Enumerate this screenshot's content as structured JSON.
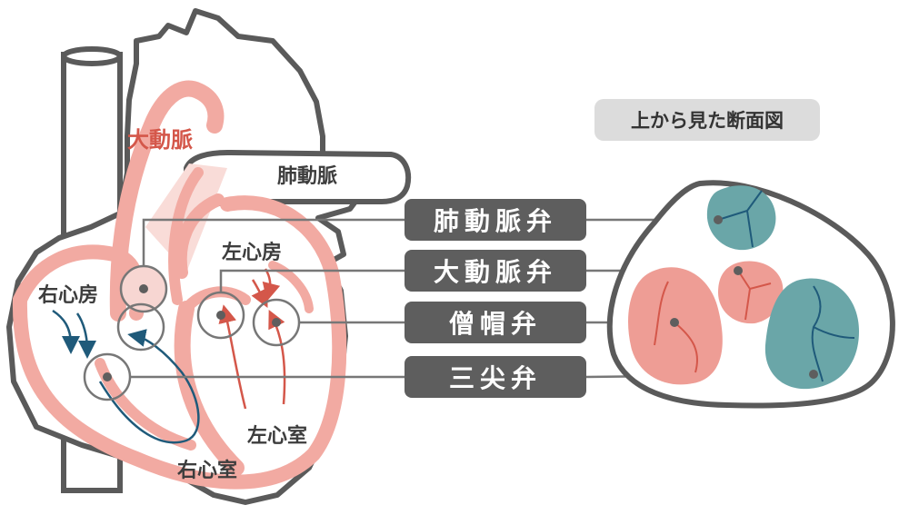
{
  "anatomy_labels": {
    "aorta": "大動脈",
    "pulmonary_artery": "肺動脈",
    "right_atrium": "右心房",
    "left_atrium": "左心房",
    "right_ventricle": "右心室",
    "left_ventricle": "左心室"
  },
  "valves": [
    {
      "id": "pulmonary",
      "label": "肺動脈弁"
    },
    {
      "id": "aortic",
      "label": "大動脈弁"
    },
    {
      "id": "mitral",
      "label": "僧帽弁"
    },
    {
      "id": "tricuspid",
      "label": "三尖弁"
    }
  ],
  "cross_section": {
    "title": "上から見た断面図"
  },
  "colors": {
    "outline": "#5a5a5a",
    "muscle": "#f2aaa2",
    "red_flow": "#d4574a",
    "blue_flow": "#1f5a7a",
    "valve_pink": "#ee9d95",
    "valve_teal": "#6aa6a8",
    "label_bg": "#5e5e5e",
    "badge_bg": "#dcdcdc"
  }
}
